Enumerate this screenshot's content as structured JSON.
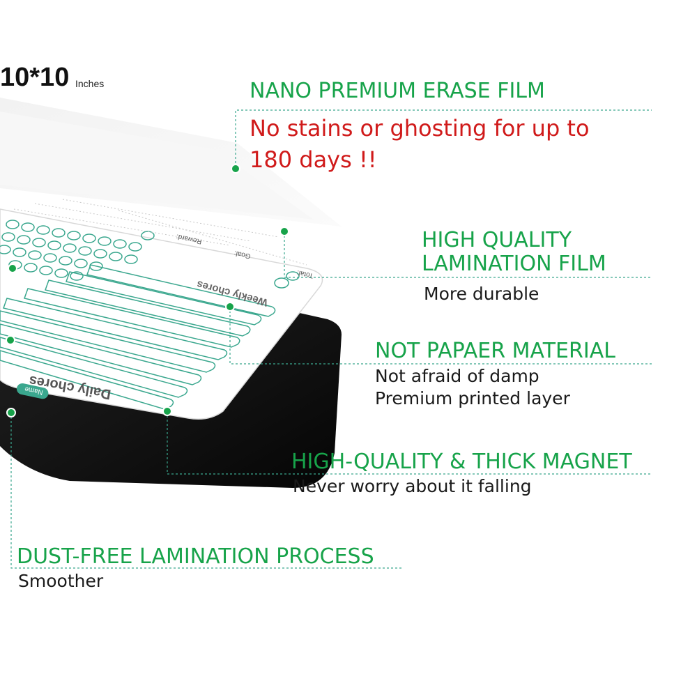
{
  "size": {
    "value": "10*10",
    "unit": "Inches"
  },
  "board": {
    "daily_title": "Daily chores",
    "weekly_title": "Weekly chores",
    "name_tag": "Name",
    "reward_label": "Reward:",
    "goal_label": "Goal:",
    "total_label": "Total:"
  },
  "callouts": [
    {
      "heading": "NANO PREMIUM ERASE FILM",
      "lines": [],
      "highlight": [
        "No stains or ghosting for up to",
        "180 days !!"
      ]
    },
    {
      "heading": [
        "HIGH QUALITY",
        "LAMINATION FILM"
      ],
      "lines": [
        "More durable"
      ]
    },
    {
      "heading": "NOT PAPAER MATERIAL",
      "lines": [
        "Not afraid of damp",
        "Premium printed layer"
      ]
    },
    {
      "heading": "HIGH-QUALITY & THICK MAGNET",
      "lines": [
        "Never worry about it falling"
      ]
    },
    {
      "heading": "DUST-FREE LAMINATION PROCESS",
      "lines": [
        "Smoother"
      ]
    }
  ],
  "colors": {
    "accent_green": "#17a34a",
    "highlight_red": "#d01a1a",
    "magnet_black": "#0d0d0d",
    "board_teal": "#3aa78e"
  }
}
